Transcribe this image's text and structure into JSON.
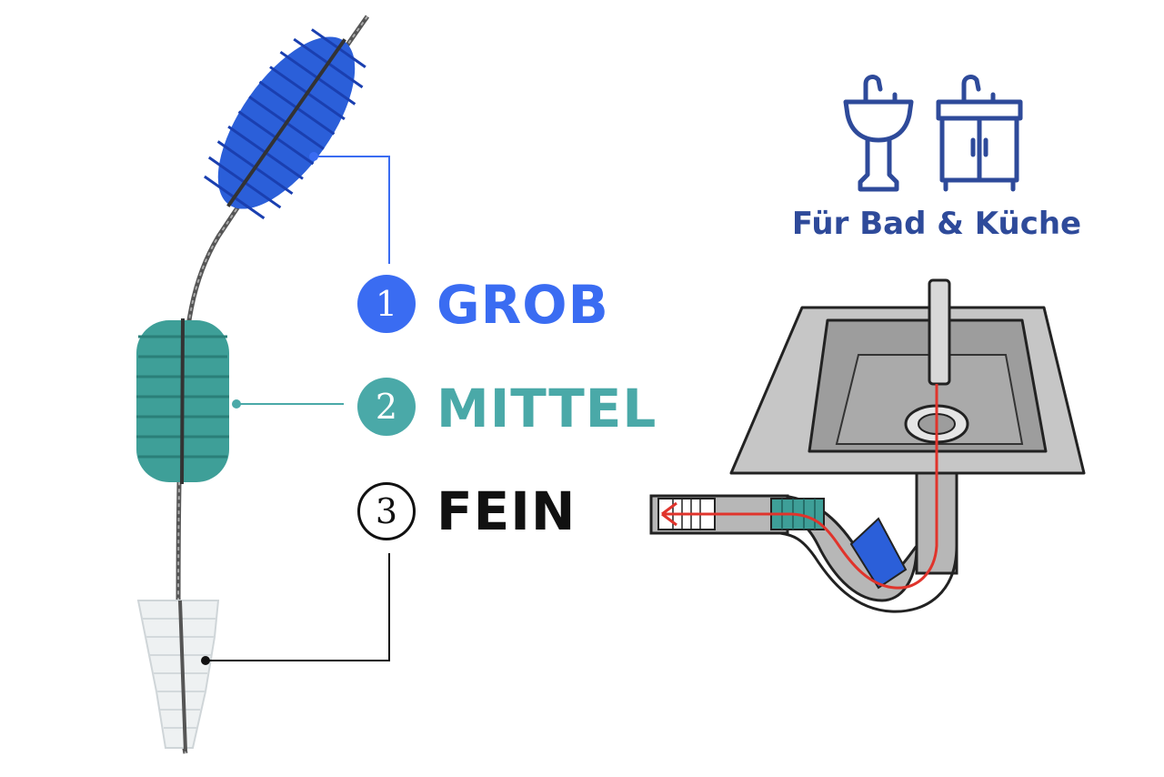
{
  "title": "Für Bad & Küche",
  "sizes": [
    {
      "number": "1",
      "label": "GROB",
      "color": "#3a6cf2"
    },
    {
      "number": "2",
      "label": "MITTEL",
      "color": "#4aa9a8"
    },
    {
      "number": "3",
      "label": "FEIN",
      "color": "#111111"
    }
  ],
  "colors": {
    "icon": "#2e4a9a",
    "brush_blue": "#2b5fd9",
    "brush_teal": "#3e9f98",
    "brush_white": "#eef1f2",
    "pipe_gray": "#b7b7b7",
    "wire_red": "#e0342c"
  },
  "icons": [
    "pedestal-sink-icon",
    "sink-cabinet-icon"
  ]
}
